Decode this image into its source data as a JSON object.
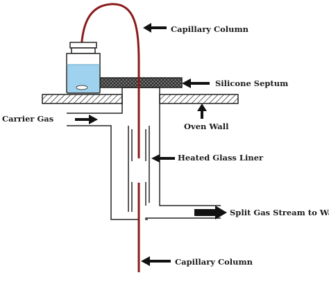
{
  "diagram": {
    "labels": {
      "capillary_top": "Capillary Column",
      "septum": "Silicone Septum",
      "carrier_gas": "Carrier Gas",
      "oven_wall": "Oven Wall",
      "liner": "Heated Glass Liner",
      "split": "Split Gas Stream to Waste",
      "capillary_bottom": "Capillary Column"
    },
    "colors": {
      "column": "#8b1a1a",
      "outline": "#222222",
      "liquid": "#9fd2ee",
      "bottle": "#ffffff"
    },
    "icons": {
      "arrow": "left-pointing-arrow",
      "carrier_arrow": "right-pointing-arrow",
      "oven_arrow": "up-pointing-arrow"
    }
  }
}
